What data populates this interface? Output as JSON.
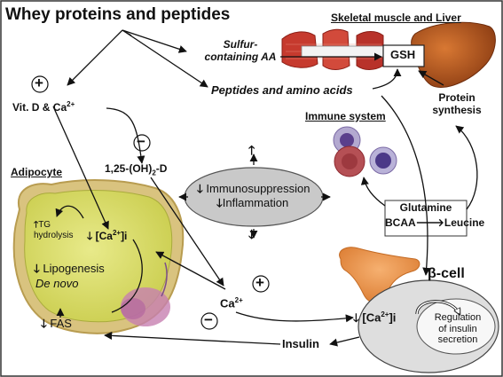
{
  "title": "Whey proteins and peptides",
  "skeletal_liver_label": "Skeletal muscle and Liver",
  "sulfur_aa": [
    "Sulfur-",
    "containing AA"
  ],
  "gsh": "GSH",
  "peptides_aa": "Peptides and amino acids",
  "protein_synthesis": [
    "Protein",
    "synthesis"
  ],
  "plus_sign": "+",
  "minus_sign": "−",
  "vitd_ca": "Vit. D & Ca",
  "vitd_sup": "2+",
  "dihydroxy_d": "1,25-(OH)",
  "dihydroxy_sub": "2",
  "dihydroxy_suffix": "-D",
  "immune_system": "Immune system",
  "immuno_lines": [
    "Immunosuppression",
    "Inflammation"
  ],
  "adipocyte": "Adipocyte",
  "tg_hydrolysis": [
    "TG",
    "hydrolysis"
  ],
  "ca_i": "[Ca",
  "ca_i_sup": "2+",
  "ca_i_suffix": "]i",
  "lipogenesis": "Lipogenesis",
  "de_novo": "De novo",
  "fas": "FAS",
  "ca2": "Ca",
  "ca2_sup": "2+",
  "glutamine": "Glutamine",
  "bcaa": "BCAA",
  "leucine": "Leucine",
  "beta_cell": "β-cell",
  "regulation": [
    "Regulation",
    "of insulin",
    "secretion"
  ],
  "insulin": "Insulin",
  "arrow_down": "🡓",
  "arrow_up": "🡑",
  "arrow_right": "🡒",
  "colors": {
    "adipocyte_fill": "#dfe27a",
    "adipocyte_border": "#d8b968",
    "oval_fill": "#c9c9c9",
    "beta_fill": "#dedede",
    "muscle": "#c0392b",
    "liver": "#b5551c",
    "pancreas": "#ec9a52"
  }
}
